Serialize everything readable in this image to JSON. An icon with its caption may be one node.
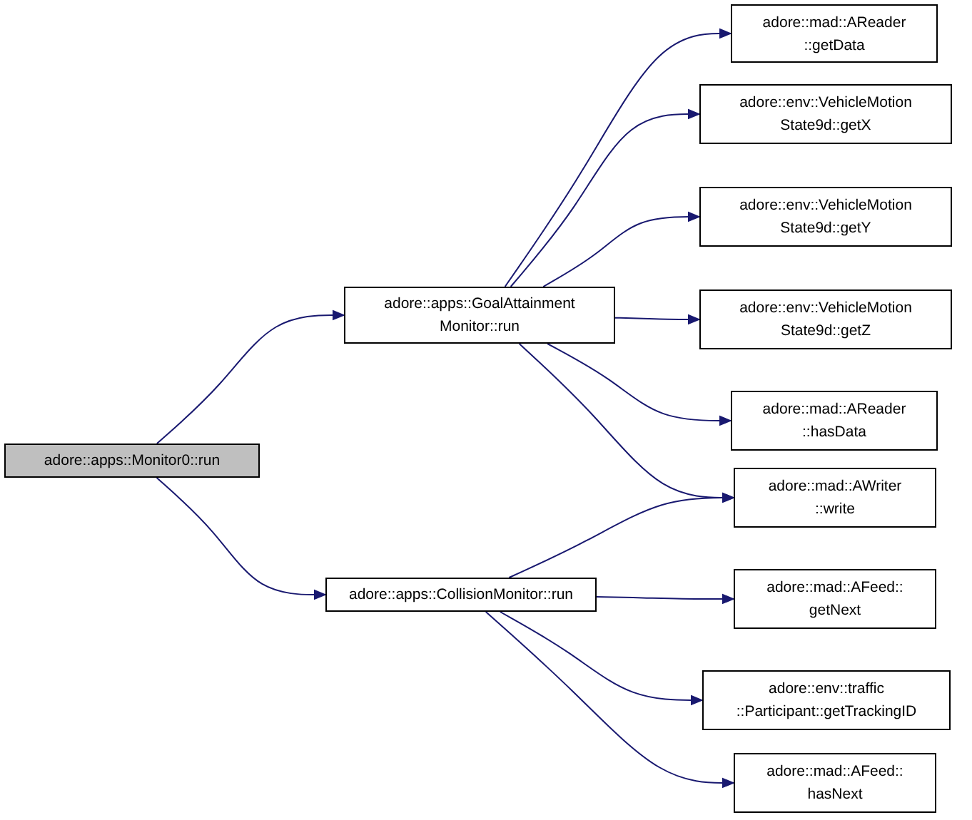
{
  "diagram": {
    "nodes": [
      {
        "text": [
          "adore::apps::Monitor0::run"
        ]
      },
      {
        "text": [
          "adore::apps::GoalAttainment Monitor::run"
        ]
      },
      {
        "text": [
          "adore::apps::CollisionMonitor::run"
        ]
      },
      {
        "text": [
          "adore::mad::AReader ::getData"
        ]
      },
      {
        "text": [
          "adore::env::VehicleMotion State9d::getX"
        ]
      },
      {
        "text": [
          "adore::env::VehicleMotion State9d::getY"
        ]
      },
      {
        "text": [
          "adore::env::VehicleMotion State9d::getZ"
        ]
      },
      {
        "text": [
          "adore::mad::AReader ::hasData"
        ]
      },
      {
        "text": [
          "adore::mad::AWriter ::write"
        ]
      },
      {
        "text": [
          "adore::mad::AFeed:: getNext"
        ]
      },
      {
        "text": [
          "adore::env::traffic ::Participant::getTrackingID"
        ]
      },
      {
        "text": [
          "adore::mad::AFeed:: hasNext"
        ]
      }
    ],
    "edges": [
      {
        "from": 0,
        "to": 1,
        "arrow": "to"
      },
      {
        "from": 0,
        "to": 2,
        "arrow": "to"
      },
      {
        "from": 1,
        "to": 3,
        "arrow": "to"
      },
      {
        "from": 1,
        "to": 4,
        "arrow": "to"
      },
      {
        "from": 1,
        "to": 5,
        "arrow": "to"
      },
      {
        "from": 1,
        "to": 6,
        "arrow": "to"
      },
      {
        "from": 1,
        "to": 7,
        "arrow": "to"
      },
      {
        "from": 1,
        "to": 8,
        "arrow": "to"
      },
      {
        "from": 2,
        "to": 8,
        "arrow": "to"
      },
      {
        "from": 2,
        "to": 9,
        "arrow": "to"
      },
      {
        "from": 2,
        "to": 10,
        "arrow": "to"
      },
      {
        "from": 2,
        "to": 11,
        "arrow": "to"
      }
    ]
  }
}
